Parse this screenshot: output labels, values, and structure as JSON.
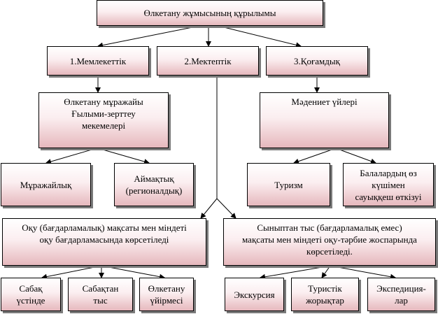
{
  "diagram": {
    "title": "Өлкетану жұмысының құрылымы",
    "branch_state": "1.Мемлекеттік",
    "branch_school": "2.Мектептік",
    "branch_public": "3.Қоғамдық",
    "museum_research": "Өлкетану мұражайы\nҒылыми-зерттеу\nмекемелері",
    "culture_houses": "Мәдениет үйлері",
    "museum": "Мұражайлық",
    "regional": "Аймақтық\n(регионалдық)",
    "tourism": "Туризм",
    "children_leisure": "Балалардың өз\nкүшімен\nсауыққеш өткізуі",
    "curricular": "Оқу (бағдарламалық) мақсаты мен міндеті\nоқу бағдарламасында көрсетіледі",
    "extracurricular": "Сыныптан тыс (бағдарламалық емес)\nмақсаты мен міндеті оқу-тәрбие жоспарында\nкөрсетіледі.",
    "in_lesson": "Сабақ\nүстінде",
    "outside_lesson": "Сабақтан\nтыс",
    "local_club": "Өлкетану\nүйірмесі",
    "excursion": "Экскурсия",
    "tourist_hikes": "Туристік\nжорықтар",
    "expeditions": "Экспедиция-\nлар"
  }
}
